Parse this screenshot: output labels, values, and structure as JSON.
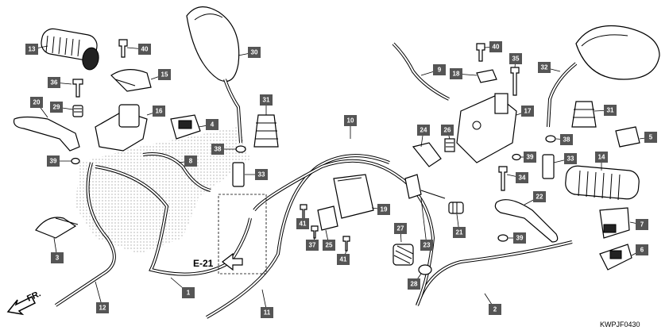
{
  "diagram_code": "KWPJF0430",
  "reference_label": "E-21",
  "direction_label": "FR.",
  "parts": [
    {
      "num": "1"
    },
    {
      "num": "2"
    },
    {
      "num": "3"
    },
    {
      "num": "4"
    },
    {
      "num": "5"
    },
    {
      "num": "6"
    },
    {
      "num": "7"
    },
    {
      "num": "8"
    },
    {
      "num": "9"
    },
    {
      "num": "10"
    },
    {
      "num": "11"
    },
    {
      "num": "12"
    },
    {
      "num": "13"
    },
    {
      "num": "14"
    },
    {
      "num": "15"
    },
    {
      "num": "16"
    },
    {
      "num": "17"
    },
    {
      "num": "18"
    },
    {
      "num": "19"
    },
    {
      "num": "20"
    },
    {
      "num": "21"
    },
    {
      "num": "21"
    },
    {
      "num": "22"
    },
    {
      "num": "23"
    },
    {
      "num": "24"
    },
    {
      "num": "25"
    },
    {
      "num": "26"
    },
    {
      "num": "27"
    },
    {
      "num": "28"
    },
    {
      "num": "29"
    },
    {
      "num": "30"
    },
    {
      "num": "31"
    },
    {
      "num": "31"
    },
    {
      "num": "32"
    },
    {
      "num": "33"
    },
    {
      "num": "33"
    },
    {
      "num": "34"
    },
    {
      "num": "35"
    },
    {
      "num": "36"
    },
    {
      "num": "37"
    },
    {
      "num": "38"
    },
    {
      "num": "38"
    },
    {
      "num": "39"
    },
    {
      "num": "39"
    },
    {
      "num": "39"
    },
    {
      "num": "40"
    },
    {
      "num": "40"
    },
    {
      "num": "41"
    },
    {
      "num": "41"
    }
  ]
}
